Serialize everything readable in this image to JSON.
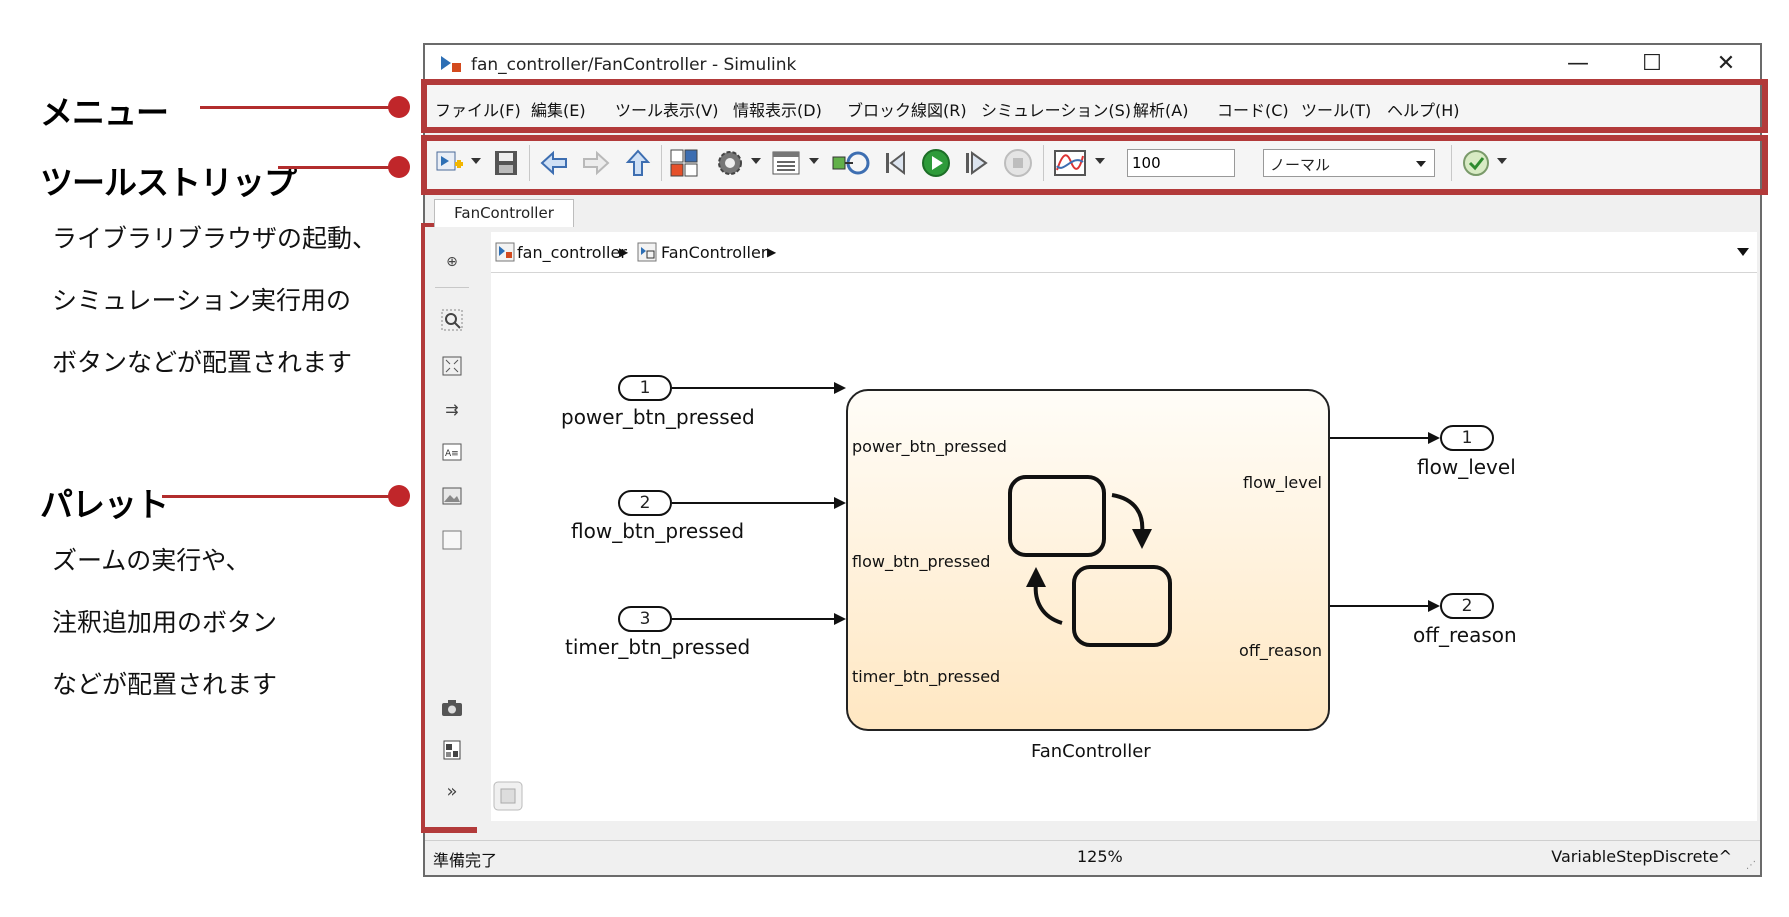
{
  "annotations": {
    "menu": {
      "title": "メニュー"
    },
    "toolstrip": {
      "title": "ツールストリップ",
      "desc": [
        "ライブラリブラウザの起動、",
        "シミュレーション実行用の",
        "ボタンなどが配置されます"
      ]
    },
    "palette": {
      "title": "パレット",
      "desc": [
        "ズームの実行や、",
        "注釈追加用のボタン",
        "などが配置されます"
      ]
    },
    "accent_color": "#b23a3a"
  },
  "window": {
    "title": "fan_controller/FanController - Simulink",
    "controls": {
      "minimize": "—",
      "maximize": "☐",
      "close": "✕"
    }
  },
  "menu": {
    "items": [
      "ファイル(F)",
      "編集(E)",
      "ツール表示(V)",
      "情報表示(D)",
      "ブロック線図(R)",
      "シミュレーション(S)",
      "解析(A)",
      "コード(C)",
      "ツール(T)",
      "ヘルプ(H)"
    ]
  },
  "toolbar": {
    "stop_time": "100",
    "sim_mode": "ノーマル",
    "icons": [
      "library-browser-icon",
      "save-icon",
      "back-icon",
      "forward-icon",
      "up-icon",
      "model-explorer-icon",
      "settings-icon",
      "model-config-icon",
      "update-diagram-icon",
      "step-back-icon",
      "run-icon",
      "step-forward-icon",
      "stop-icon",
      "scope-icon",
      "check-icon"
    ]
  },
  "tab": {
    "label": "FanController"
  },
  "breadcrumb": {
    "items": [
      "fan_controller",
      "FanController"
    ]
  },
  "palette": {
    "icons": [
      "hide-explorer-icon",
      "zoom-icon",
      "fit-view-icon",
      "signal-route-icon",
      "annotation-icon",
      "image-icon",
      "area-icon",
      "screenshot-icon",
      "report-icon",
      "more-icon"
    ]
  },
  "diagram": {
    "inports": [
      {
        "number": "1",
        "name": "power_btn_pressed"
      },
      {
        "number": "2",
        "name": "flow_btn_pressed"
      },
      {
        "number": "3",
        "name": "timer_btn_pressed"
      }
    ],
    "outports": [
      {
        "number": "1",
        "name": "flow_level"
      },
      {
        "number": "2",
        "name": "off_reason"
      }
    ],
    "block": {
      "name": "FanController",
      "inputs": [
        "power_btn_pressed",
        "flow_btn_pressed",
        "timer_btn_pressed"
      ],
      "outputs": [
        "flow_level",
        "off_reason"
      ]
    }
  },
  "status": {
    "left": "準備完了",
    "zoom": "125%",
    "solver": "VariableStepDiscrete^"
  }
}
